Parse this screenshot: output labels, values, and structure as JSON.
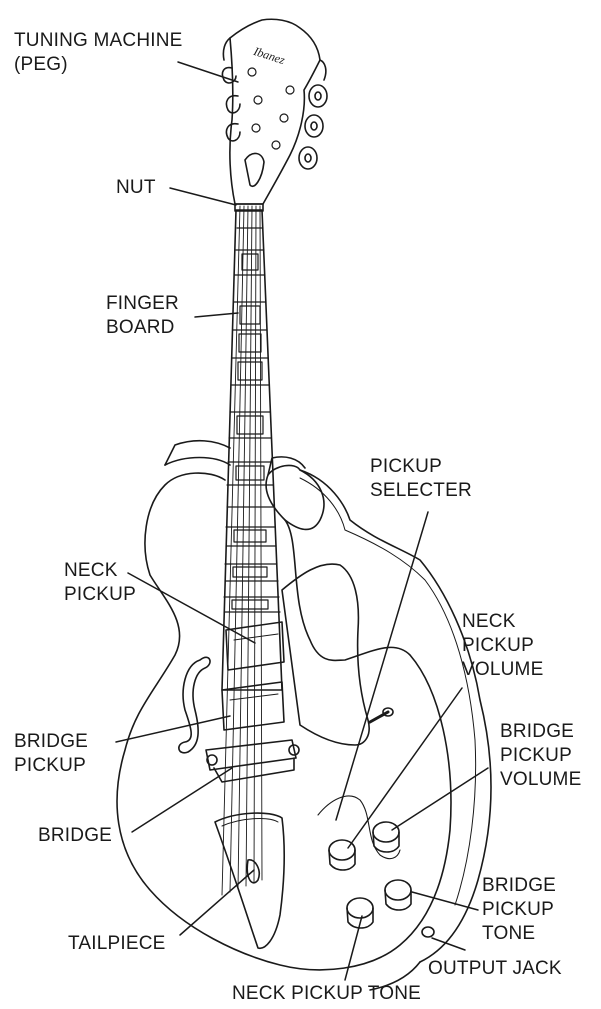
{
  "colors": {
    "ink": "#1a1a1a",
    "paper": "#ffffff"
  },
  "headstock_logo": "Ibanez",
  "labels": {
    "tuning_machine": [
      "TUNING MACHINE",
      "(PEG)"
    ],
    "nut": [
      "NUT"
    ],
    "finger_board": [
      "FINGER",
      "BOARD"
    ],
    "pickup_selecter": [
      "PICKUP",
      "SELECTER"
    ],
    "neck_pickup": [
      "NECK",
      "PICKUP"
    ],
    "neck_pickup_volume": [
      "NECK",
      "PICKUP",
      "VOLUME"
    ],
    "bridge_pickup": [
      "BRIDGE",
      "PICKUP"
    ],
    "bridge_pickup_volume": [
      "BRIDGE",
      "PICKUP",
      "VOLUME"
    ],
    "bridge": [
      "BRIDGE"
    ],
    "bridge_pickup_tone": [
      "BRIDGE",
      "PICKUP",
      "TONE"
    ],
    "tailpiece": [
      "TAILPIECE"
    ],
    "output_jack": [
      "OUTPUT JACK"
    ],
    "neck_pickup_tone": [
      "NECK PICKUP TONE"
    ]
  }
}
